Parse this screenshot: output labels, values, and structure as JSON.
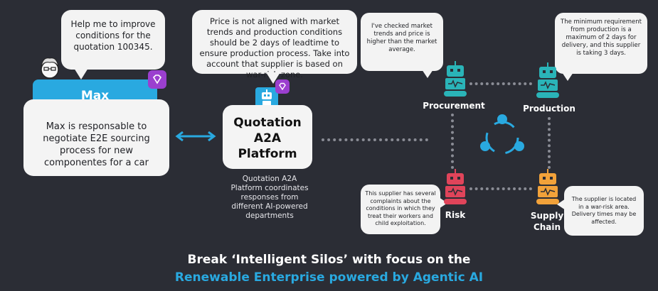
{
  "user": {
    "name": "Max",
    "request": "Help me to improve conditions for the quotation 100345.",
    "description": "Max is responsable to negotiate E2E sourcing process for new componentes for a car"
  },
  "platform": {
    "title": "Quotation A2A Platform",
    "response": "Price is not aligned with market trends and production conditions should be 2 days of leadtime to ensure production process. Take into account that supplier is based on war-risk zone.",
    "description": "Quotation A2A Platform coordinates responses from different AI-powered departments"
  },
  "agents": {
    "procurement": {
      "name": "Procurement",
      "message": "I've checked market trends and price is higher than the market average."
    },
    "production": {
      "name": "Production",
      "message": "The minimum requirement from production is a maximum of 2 days for delivery, and this supplier is taking 3 days."
    },
    "risk": {
      "name": "Risk",
      "message": "This supplier has several complaints about the conditions in which they treat their workers and child exploitation."
    },
    "supply_chain": {
      "name": "Supply Chain",
      "message": "The supplier is located in a war-risk area. Delivery times may be affected."
    }
  },
  "footer": {
    "line1": "Break ‘Intelligent Silos’ with focus on the",
    "line2": "Renewable Enterprise powered by Agentic AI"
  },
  "colors": {
    "background": "#2b2d35",
    "accent_blue": "#29a9e0",
    "agent_teal": "#2ab4b8",
    "risk_red": "#e0445a",
    "supply_orange": "#f2a23a",
    "badge_purple": "#9b3fcf"
  },
  "icons": [
    "user-avatar-icon",
    "gem-badge-icon",
    "robot-icon",
    "cycle-arrows-icon",
    "double-arrow-icon"
  ]
}
